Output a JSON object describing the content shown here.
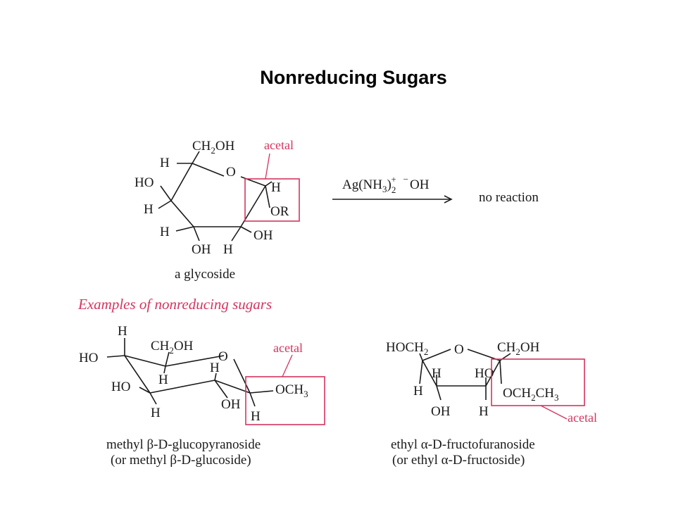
{
  "title": "Nonreducing Sugars",
  "glycoside": {
    "ch2oh": "CH",
    "ch2oh_sub": "2",
    "ch2oh_end": "OH",
    "ring_o": "O",
    "h_top": "H",
    "ho_left": "HO",
    "h_left": "H",
    "h_bl": "H",
    "oh_bottom": "OH",
    "h_bottom": "H",
    "oh_right": "OH",
    "h_anomeric": "H",
    "or_anomeric": "OR",
    "acetal_label": "acetal",
    "caption": "a glycoside"
  },
  "reaction": {
    "reagent_a": "Ag(NH",
    "reagent_sub3": "3",
    "reagent_paren": ")",
    "reagent_sub2": "2",
    "reagent_plus": "+",
    "reagent_minus": "−",
    "reagent_oh": "OH",
    "product": "no reaction"
  },
  "examples_heading": "Examples of nonreducing sugars",
  "glucoside": {
    "h_top": "H",
    "ho_top": "HO",
    "ch2oh": "CH",
    "ch2oh_sub": "2",
    "ch2oh_end": "OH",
    "ring_o": "O",
    "h_c4": "H",
    "h_c2up": "H",
    "ho_c3": "HO",
    "och3": "OCH",
    "och3_sub": "3",
    "h_c3": "H",
    "oh_c2": "OH",
    "h_anomeric": "H",
    "acetal_label": "acetal",
    "caption_line1": "methyl β-D-glucopyranoside",
    "caption_line2": "(or methyl β-D-glucoside)"
  },
  "fructoside": {
    "hoch2": "HOCH",
    "hoch2_sub": "2",
    "ring_o": "O",
    "ch2oh": "CH",
    "ch2oh_sub": "2",
    "ch2oh_end": "OH",
    "h_c5": "H",
    "ho_c3": "HO",
    "h_c4": "H",
    "och2ch3": "OCH",
    "och2ch3_sub1": "2",
    "och2ch3_mid": "CH",
    "och2ch3_sub2": "3",
    "oh_bottom": "OH",
    "h_bottom": "H",
    "acetal_label": "acetal",
    "caption_line1": "ethyl α-D-fructofuranoside",
    "caption_line2": "(or ethyl α-D-fructoside)"
  }
}
